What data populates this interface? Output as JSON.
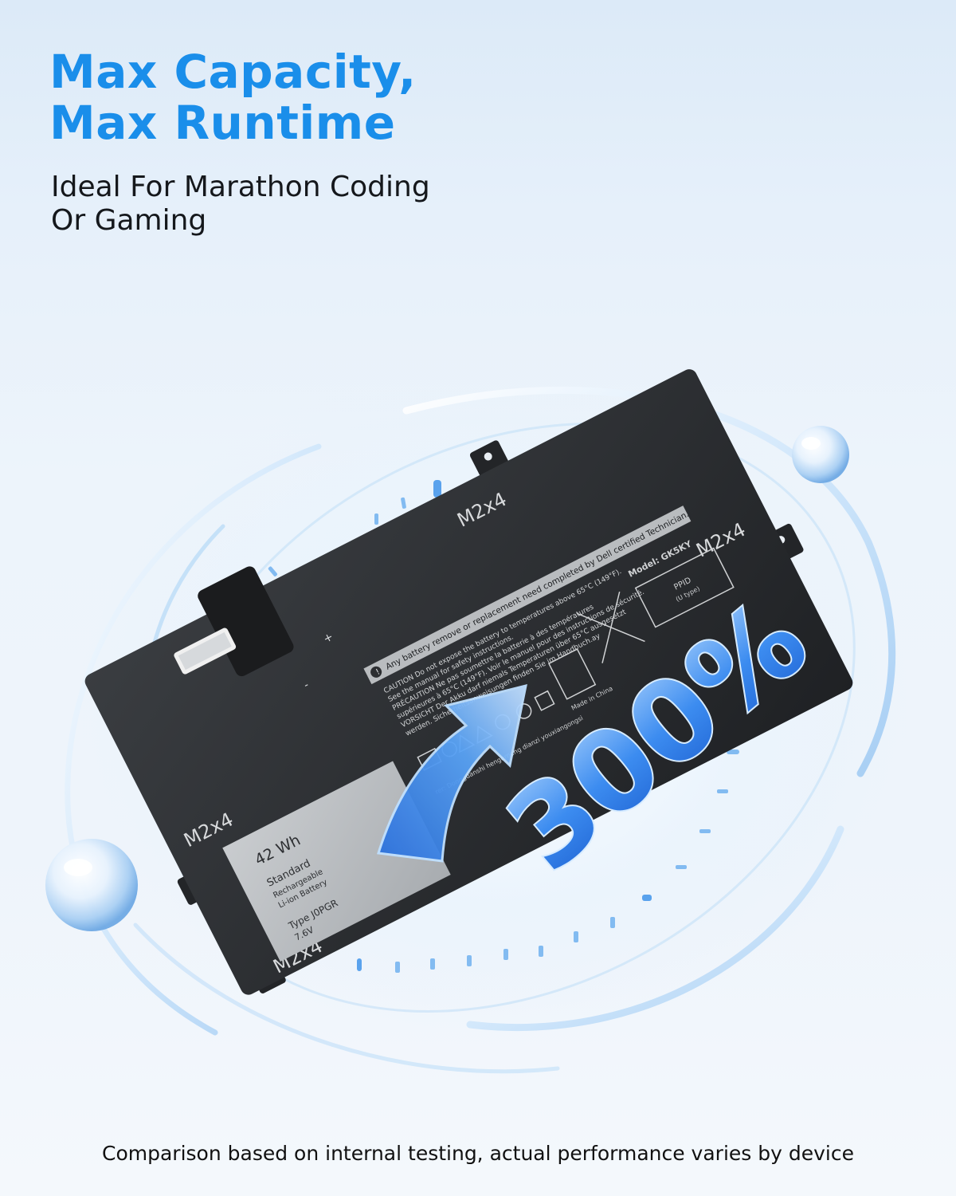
{
  "headline": {
    "line1": "Max Capacity,",
    "line2": "Max Runtime"
  },
  "subheadline": {
    "line1": "Ideal For Marathon Coding",
    "line2": "Or Gaming"
  },
  "badge": {
    "value": "300%",
    "icon": "arrow-up-icon"
  },
  "battery": {
    "screw_label": "M2x4",
    "capacity": "42 Wh",
    "standard": "Standard",
    "rechargeable": "Rechargeable",
    "chemistry": "Li-ion Battery",
    "type": "Type J0PGR",
    "voltage": "7.6V",
    "warning": "Any battery remove or replacement need completed by Dell certified Technician.",
    "caution_lines": [
      "CAUTION Do not expose the battery to temperatures above 65°C (149°F).",
      "See the manual for safety instructions.",
      "PRÉCAUTION Ne pas soumettre la batterie à des températures",
      "supérieures à 65°C (149°F). Voir le manuel pour des instructions de sécurité.",
      "VORSICHT Der Akku darf niemals Temperaturen über 65°C ausgesetzt",
      "werden. Sicherheitsanweisungen finden Sie im Handbuch.ay"
    ],
    "model": "Model: GK5KY",
    "ppid": "PPID",
    "ppid_sub": "(U type)",
    "made_in": "Made in China",
    "manufacturer": "rer: Dongguanshi hengerneng dianzi youxiangongsi",
    "plus": "+",
    "minus": "-"
  },
  "colors": {
    "headline": "#1a8eea",
    "subheadline": "#15181c",
    "battery_body": "#2c2e31",
    "badge": "#2f7fe6"
  },
  "footnote": "Comparison based on internal testing, actual performance varies by device"
}
